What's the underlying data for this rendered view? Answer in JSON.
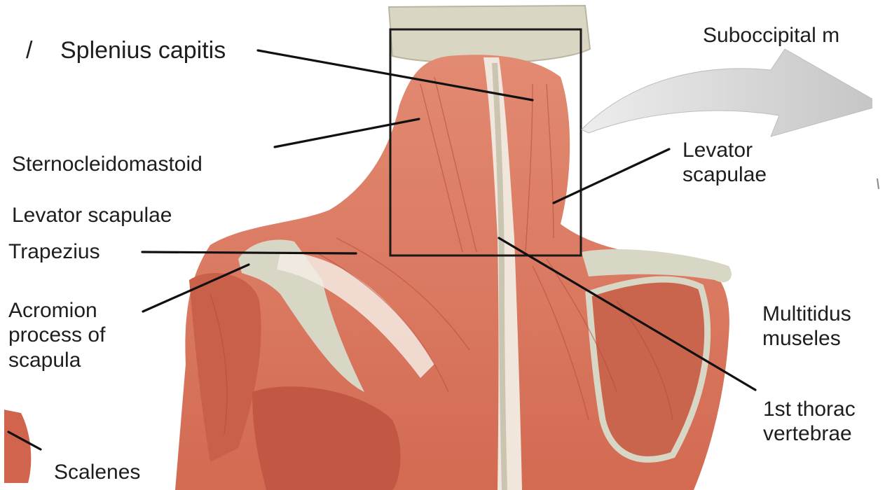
{
  "labels": {
    "slash": "/",
    "splenius_capitis": "Splenius capitis",
    "suboccipital": "Suboccipital m",
    "sternocleidomastoid": "Sternocleidomastoid",
    "levator_scapulae_right": "Levator\nscapulae",
    "levator_scapulae_left": "Levator scapulae",
    "trapezius": "Trapezius",
    "acromion": "Acromion\nprocess of\nscapula",
    "multifidus": "Multitidus\nmuseles",
    "thoracic": "1st thorac\nvertebrae",
    "scalenes": "Scalenes"
  },
  "colors": {
    "muscle": "#d9735c",
    "muscle_dark": "#b9513d",
    "bone": "#d8d6c4",
    "tendon": "#f3ebe2",
    "leader": "#111111",
    "arrow": "#cfcfcf"
  }
}
